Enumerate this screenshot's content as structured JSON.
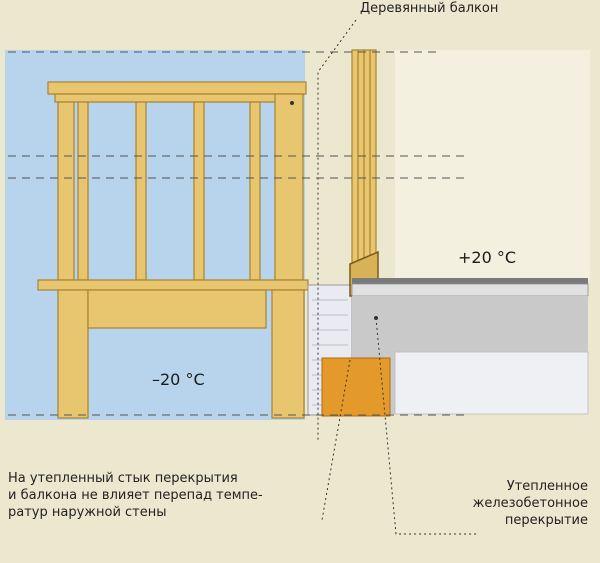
{
  "labels": {
    "wooden_balcony": "Деревянный балкон",
    "temp_inside": "+20 °C",
    "temp_outside": "–20 °C",
    "left_note": [
      "На утепленный стык перекрытия",
      "и балкона не влияет перепад темпе-",
      "ратур наружной стены"
    ],
    "right_note": [
      "Утепленное",
      "железобетонное",
      "перекрытие"
    ]
  },
  "colors": {
    "page": "#ece8cf",
    "sky": "#b8d3ec",
    "room": "#f3f0df",
    "wood": "#e8c670",
    "wood_edge": "#a8832e",
    "insulation": "#e9ebf0",
    "concrete": "#c9c9c9",
    "beam": "#e39a2a",
    "floor": "#7a7a7a"
  }
}
